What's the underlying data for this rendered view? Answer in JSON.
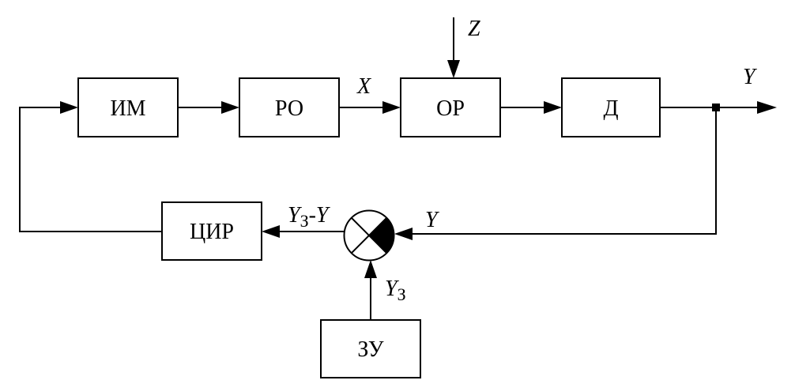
{
  "blocks": {
    "im": "ИМ",
    "ro": "РО",
    "or": "ОР",
    "d": "Д",
    "tsir": "ЦИР",
    "zu": "ЗУ"
  },
  "signals": {
    "x": "X",
    "z": "Z",
    "y_out": "Y",
    "y_feedback": "Y",
    "error": {
      "main": "Y",
      "subscript": "З",
      "suffix": "-Y"
    },
    "setpoint": {
      "main": "Y",
      "subscript": "З"
    }
  }
}
